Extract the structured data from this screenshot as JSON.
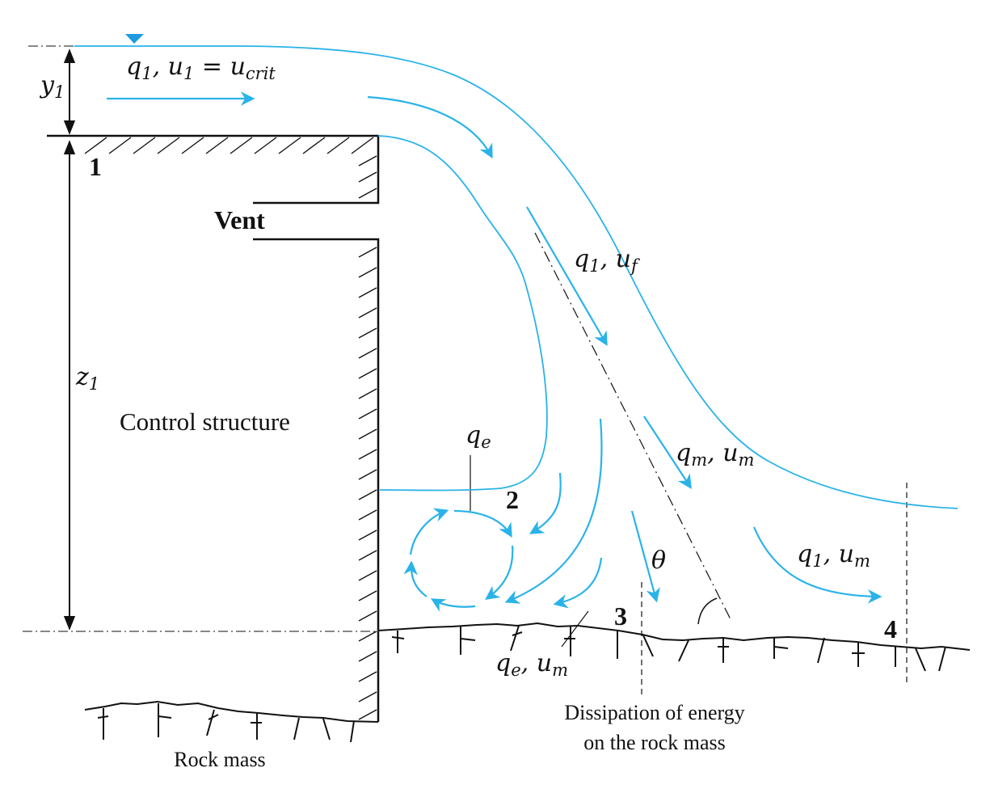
{
  "labels": {
    "inflow": "q₁, u₁ = u_crit",
    "inflow_parts": {
      "q": "q",
      "q_sub": "1",
      "u": ", u",
      "u_sub": "1",
      "eq": " = u",
      "eq_sub": "crit"
    },
    "y1": {
      "main": "y",
      "sub": "1"
    },
    "z1": {
      "main": "z",
      "sub": "1"
    },
    "section_1": "1",
    "section_2": "2",
    "section_3": "3",
    "section_4": "4",
    "vent": "Vent",
    "control_structure": "Control structure",
    "jet": {
      "a": "q",
      "a_sub": "1",
      "b": ", u",
      "b_sub": "f"
    },
    "mixing": {
      "a": "q",
      "a_sub": "m",
      "b": ", u",
      "b_sub": "m"
    },
    "entrained": {
      "a": "q",
      "a_sub": "e"
    },
    "outflow": {
      "a": "q",
      "a_sub": "1",
      "b": ", u",
      "b_sub": "m"
    },
    "bottom_flow": {
      "a": "q",
      "a_sub": "e",
      "b": ", u",
      "b_sub": "m"
    },
    "angle": "θ",
    "dissipation_line1": "Dissipation of energy",
    "dissipation_line2": "on the rock mass",
    "rock_mass": "Rock mass"
  },
  "colors": {
    "flow": "#29b3e8",
    "ink": "#111111"
  }
}
